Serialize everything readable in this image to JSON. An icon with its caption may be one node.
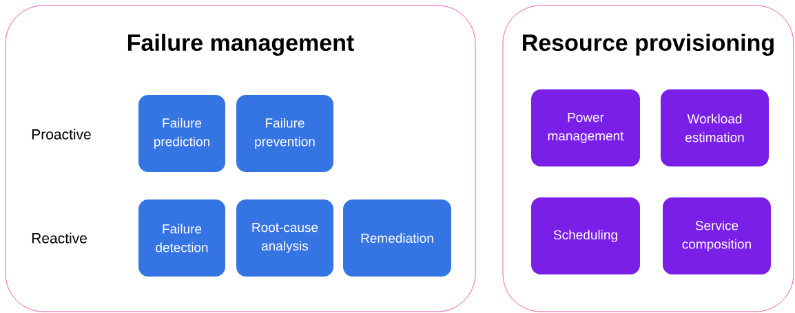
{
  "diagram": {
    "nodes": [
      {
        "text": [
          "Failure management"
        ]
      },
      {
        "text": [
          "Failure prediction"
        ],
        "in": 0
      },
      {
        "text": [
          "Failure prevention"
        ],
        "in": 0
      },
      {
        "text": [
          "Failure detection"
        ],
        "in": 0
      },
      {
        "text": [
          "Root-cause analysis"
        ],
        "in": 0
      },
      {
        "text": [
          "Remediation"
        ],
        "in": 0
      },
      {
        "text": [
          "Resource provisioning"
        ]
      },
      {
        "text": [
          "Power management"
        ],
        "in": 6
      },
      {
        "text": [
          "Workload estimation"
        ],
        "in": 6
      },
      {
        "text": [
          "Scheduling"
        ],
        "in": 6
      },
      {
        "text": [
          "Service composition"
        ],
        "in": 6
      }
    ],
    "edges": [],
    "labels": [
      "Proactive",
      "Reactive"
    ]
  }
}
